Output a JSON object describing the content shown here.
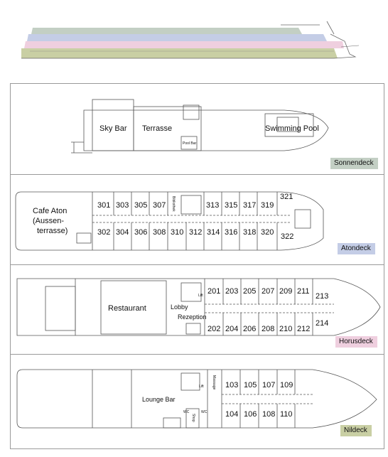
{
  "colors": {
    "sonnendeck": "#c3cfc4",
    "atondeck": "#c4cde6",
    "horusdeck": "#efcfdf",
    "nildeck": "#c9cfa4",
    "line": "#555555",
    "light": "#b5b5b5"
  },
  "decks": {
    "sonnendeck": {
      "name": "Sonnendeck",
      "labels": {
        "sky_bar": "Sky Bar",
        "terrasse": "Terrasse",
        "pool_bar": "Pool Bar",
        "pool": "Swimming Pool"
      }
    },
    "atondeck": {
      "name": "Atondeck",
      "cafe_lines": [
        "Cafe Aton",
        "(Aussen-",
        "terrasse)"
      ],
      "bibliothek": "Bibliothek",
      "cabins_top": [
        "301",
        "303",
        "305",
        "307",
        "313",
        "315",
        "317",
        "319",
        "321"
      ],
      "cabins_bottom": [
        "302",
        "304",
        "306",
        "308",
        "310",
        "312",
        "314",
        "316",
        "318",
        "320",
        "322"
      ]
    },
    "horusdeck": {
      "name": "Horusdeck",
      "labels": {
        "restaurant": "Restaurant",
        "lobby": "Lobby",
        "rezeption": "Rezeption",
        "lift": "Lift"
      },
      "cabins_top": [
        "201",
        "203",
        "205",
        "207",
        "209",
        "211",
        "213"
      ],
      "cabins_bottom": [
        "202",
        "204",
        "206",
        "208",
        "210",
        "212",
        "214"
      ]
    },
    "nildeck": {
      "name": "Nildeck",
      "labels": {
        "lounge_bar": "Lounge Bar",
        "lift": "Lift",
        "massage": "Massage",
        "shop": "Shop",
        "wc1": "WC",
        "wc2": "WC"
      },
      "cabins_top": [
        "103",
        "105",
        "107",
        "109"
      ],
      "cabins_bottom": [
        "104",
        "106",
        "108",
        "110"
      ]
    }
  }
}
